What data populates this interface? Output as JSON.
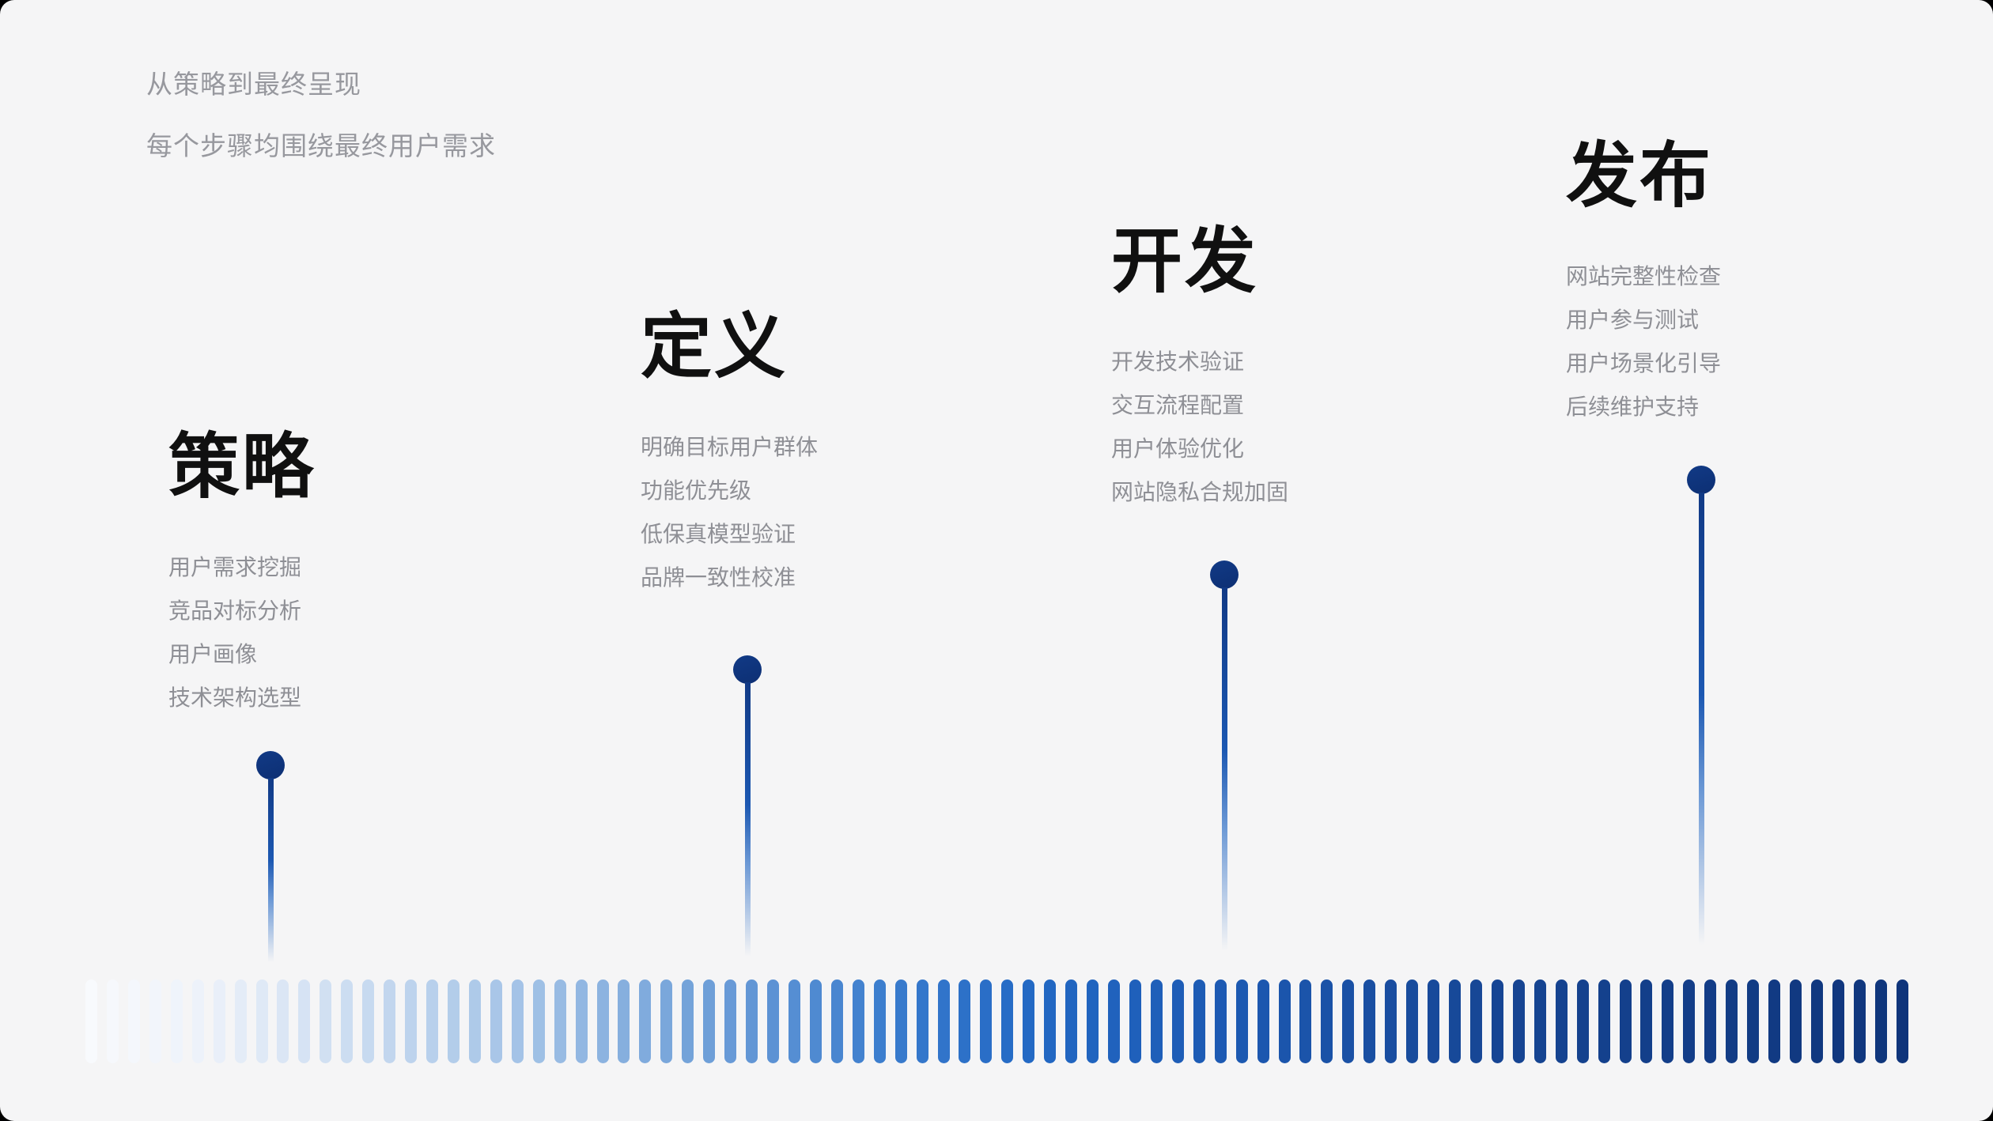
{
  "header": {
    "line1": "从策略到最终呈现",
    "line2": "每个步骤均围绕最终用户需求"
  },
  "stages": [
    {
      "title": "策略",
      "items": [
        "用户需求挖掘",
        "竞品对标分析",
        "用户画像",
        "技术架构选型"
      ]
    },
    {
      "title": "定义",
      "items": [
        "明确目标用户群体",
        "功能优先级",
        "低保真模型验证",
        "品牌一致性校准"
      ]
    },
    {
      "title": "开发",
      "items": [
        "开发技术验证",
        "交互流程配置",
        "用户体验优化",
        "网站隐私合规加固"
      ]
    },
    {
      "title": "发布",
      "items": [
        "网站完整性检查",
        "用户参与测试",
        "用户场景化引导",
        "后续维护支持"
      ]
    }
  ],
  "colors": {
    "page_background": "#000000",
    "card_background": "#f5f5f6",
    "title_text": "#101010",
    "subtitle_text": "#97989e",
    "item_text": "#8e8f95",
    "dot": "#0d2f73",
    "stem_top": "#113a86",
    "stem_mid": "#1c58b2",
    "stem_fade_mid": "rgba(33,102,195,0.65)",
    "stem_fade_end": "rgba(33,102,195,0)"
  },
  "timeline": {
    "bar_count": 86,
    "gradient_stops": [
      [
        0.0,
        "#f8fafd"
      ],
      [
        0.06,
        "#edf2fa"
      ],
      [
        0.14,
        "#cdddf1"
      ],
      [
        0.24,
        "#a2c2e6"
      ],
      [
        0.34,
        "#6f9fd8"
      ],
      [
        0.44,
        "#3a7ccd"
      ],
      [
        0.52,
        "#2268c4"
      ],
      [
        0.64,
        "#1c58b0"
      ],
      [
        0.78,
        "#164593"
      ],
      [
        0.9,
        "#123c86"
      ],
      [
        1.0,
        "#0f357b"
      ]
    ]
  }
}
